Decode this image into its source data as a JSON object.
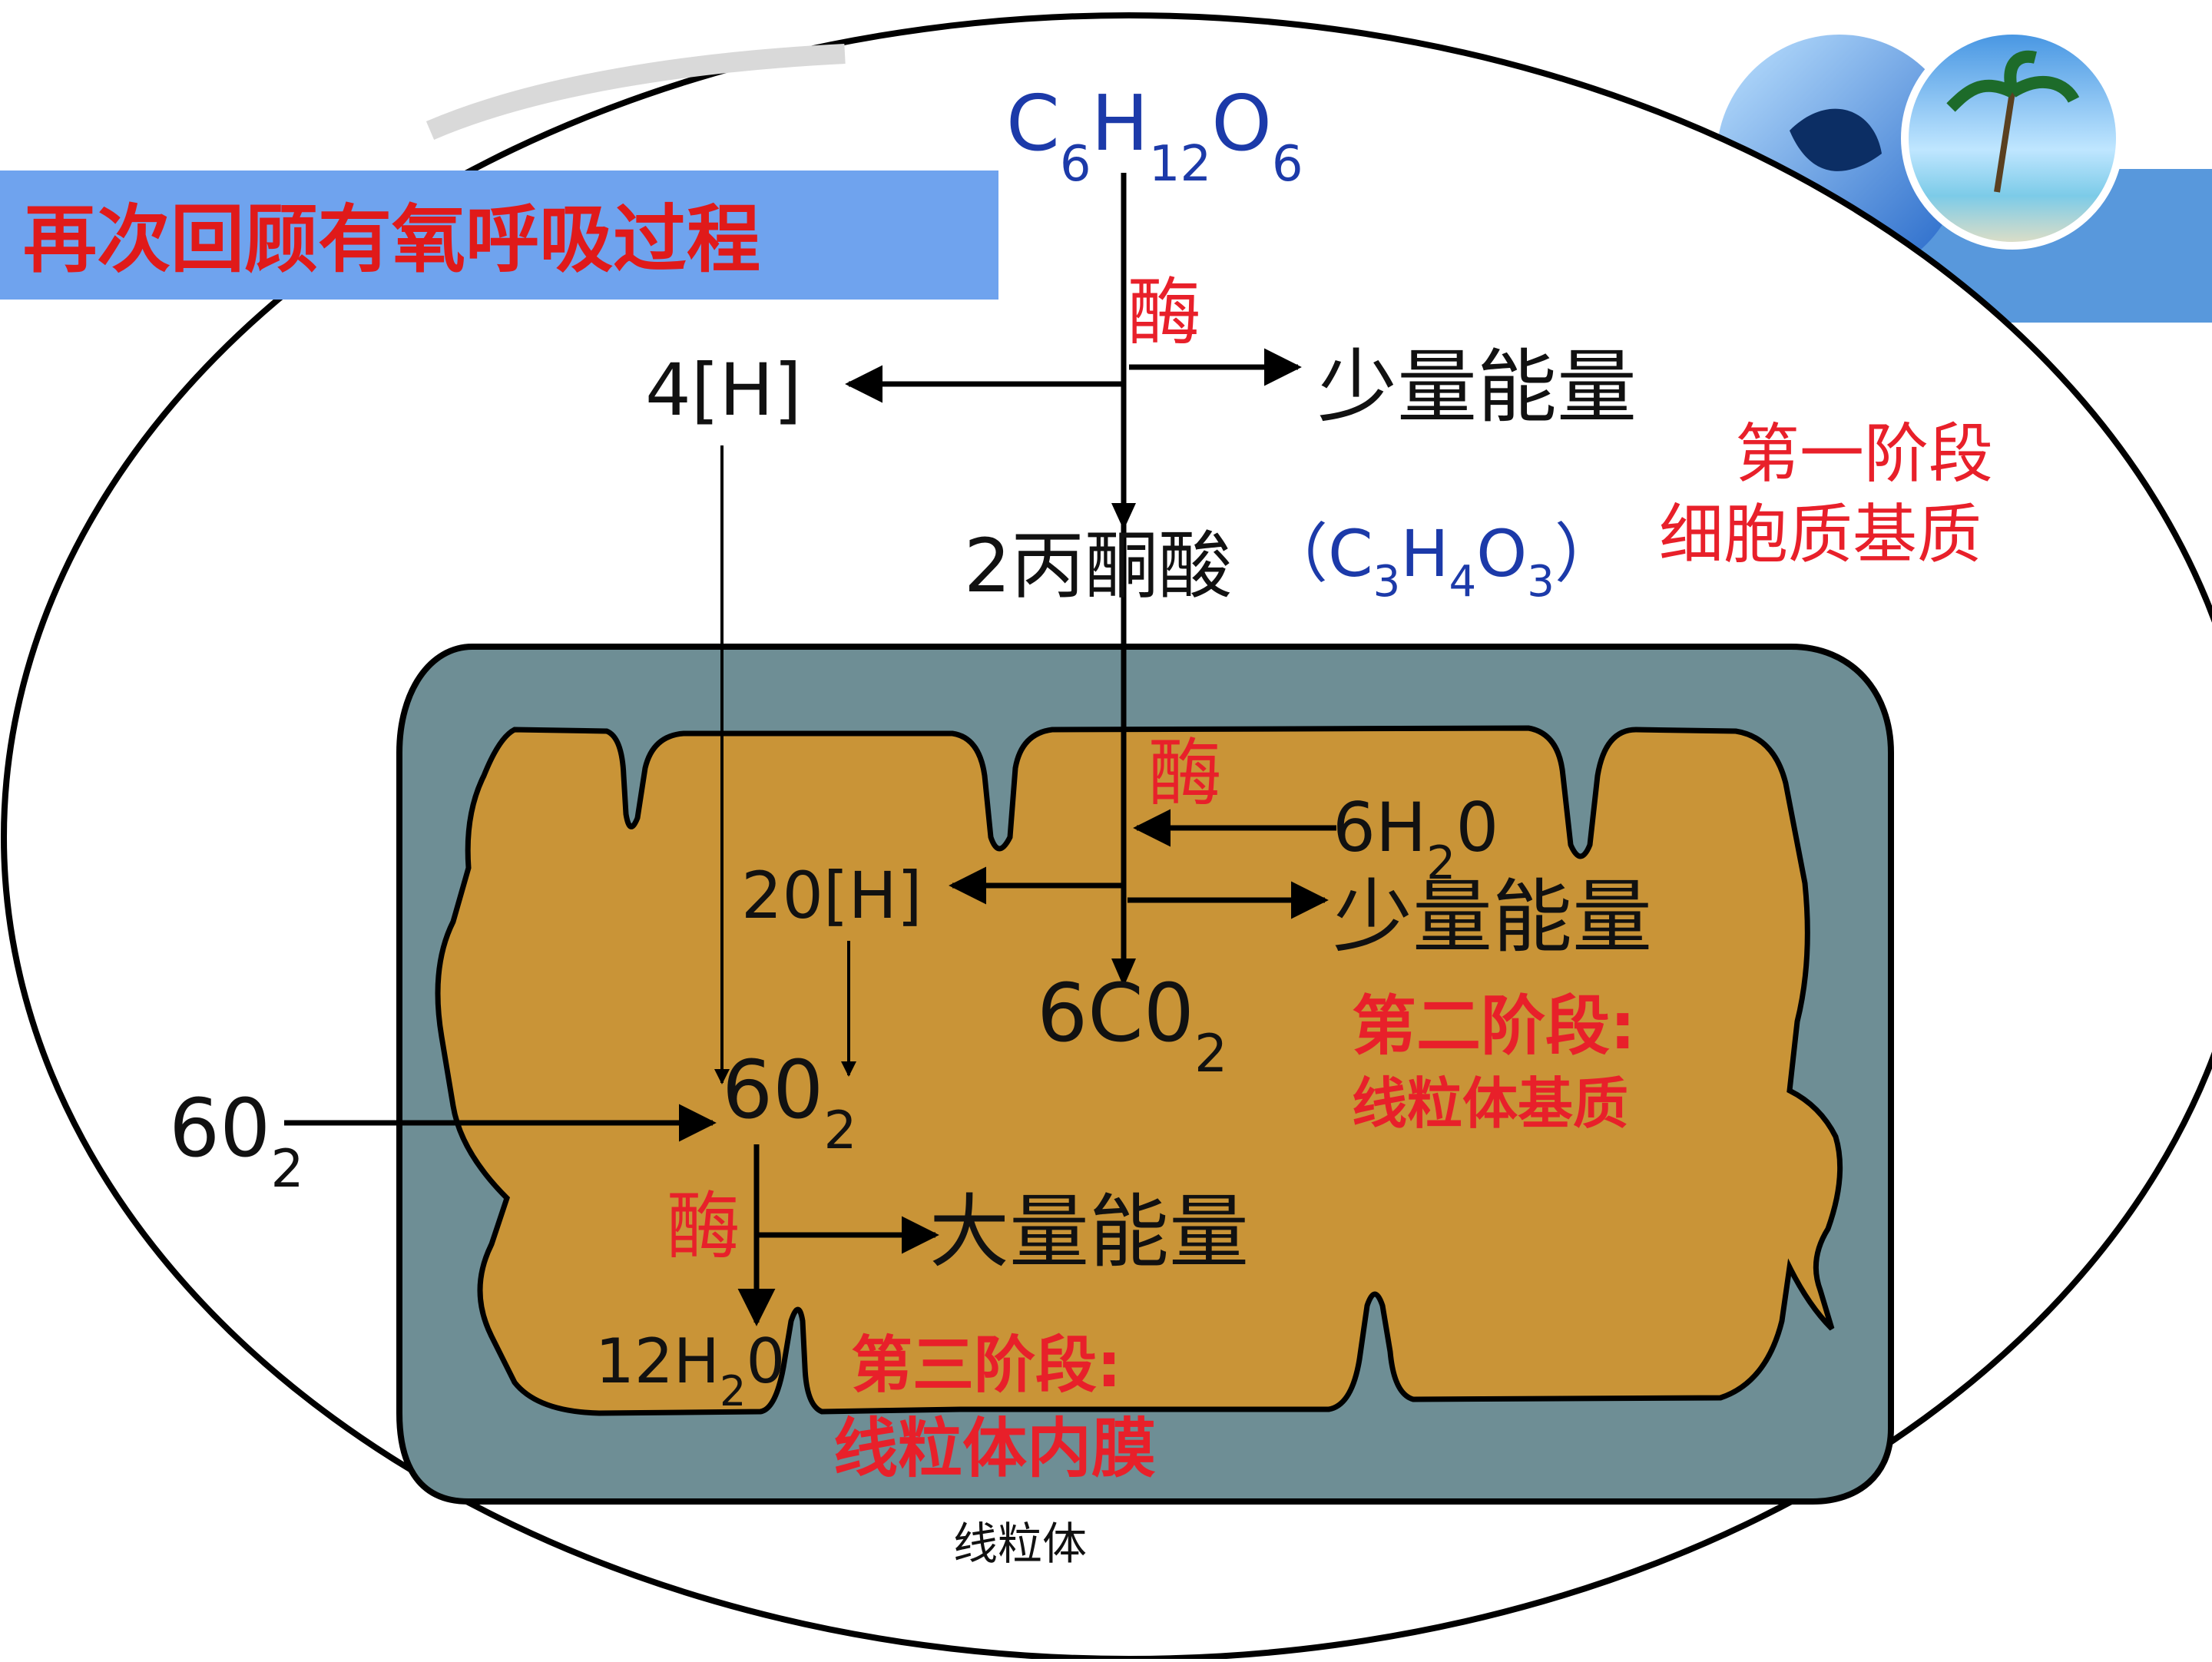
{
  "title": "再次回顾有氧呼吸过程",
  "colors": {
    "banner": "#6fa3ee",
    "enzyme_red": "#e8202a",
    "formula_blue": "#1c3aa9",
    "matrix": "#c99437",
    "membrane": "#6e8e95"
  },
  "glucose": {
    "c": "C",
    "c_sub": "6",
    "h": "H",
    "h_sub": "12",
    "o": "O",
    "o_sub": "6"
  },
  "stage1": {
    "enzyme": "酶",
    "h_product": "4[H]",
    "energy": "少量能量",
    "label": "第一阶段",
    "location": "细胞质基质",
    "pyruvate": "2丙酮酸",
    "pyruvate_formula": {
      "open": "（",
      "c": "C",
      "c_sub": "3",
      "h": "H",
      "h_sub": "4",
      "o": "O",
      "o_sub": "3",
      "close": "）"
    }
  },
  "stage2": {
    "enzyme": "酶",
    "water_in": {
      "a": "6H",
      "sub": "2",
      "b": "0"
    },
    "h_product": "20[H]",
    "energy": "少量能量",
    "co2": {
      "a": "6C0",
      "sub": "2"
    },
    "label": "第二阶段:",
    "location": "线粒体基质"
  },
  "stage3": {
    "oxygen_outside": {
      "a": "60",
      "sub": "2"
    },
    "oxygen_inside": {
      "a": "60",
      "sub": "2"
    },
    "enzyme": "酶",
    "energy": "大量能量",
    "water_out": {
      "a": "12H",
      "sub": "2",
      "b": "0"
    },
    "label": "第三阶段:",
    "location": "线粒体内膜"
  },
  "caption": "线粒体"
}
